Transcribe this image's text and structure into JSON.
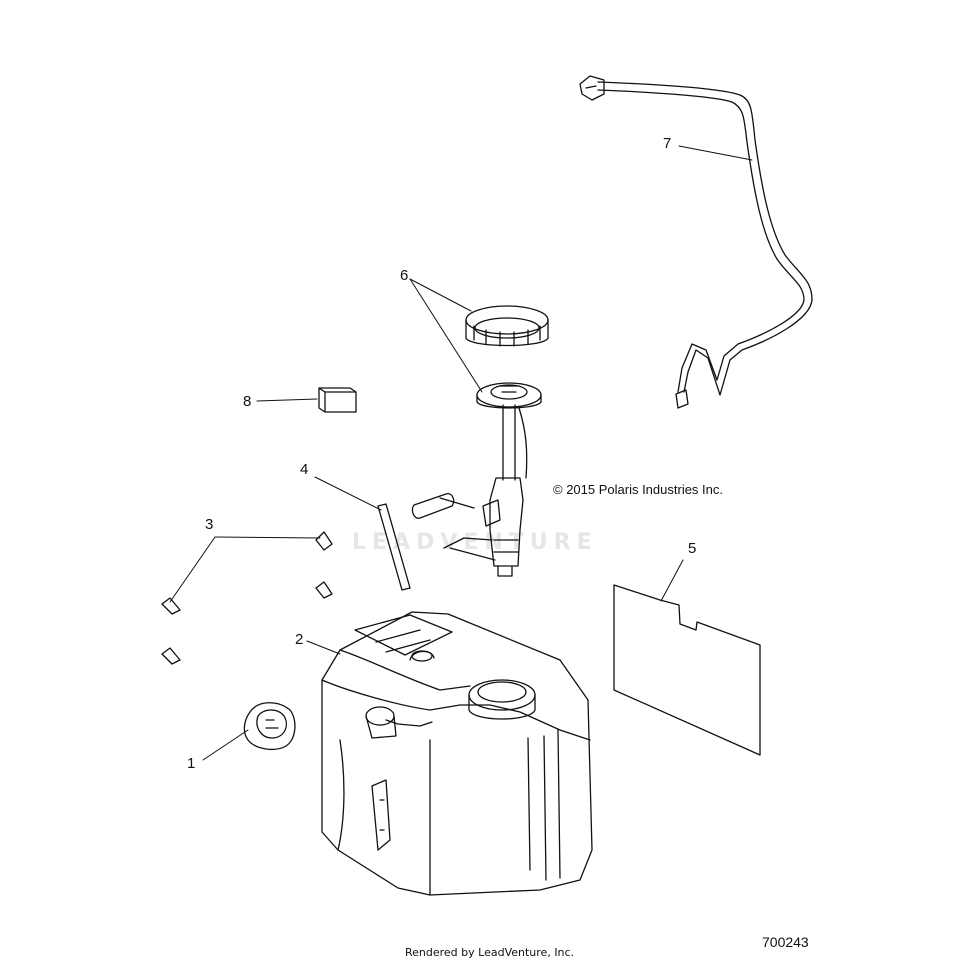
{
  "diagram": {
    "copyright": "© 2015 Polaris Industries Inc.",
    "footer": "Rendered by LeadVenture, Inc.",
    "diagram_id": "700243",
    "watermark": "LEADVENTURE",
    "callouts": {
      "c1": "1",
      "c2": "2",
      "c3": "3",
      "c4": "4",
      "c5": "5",
      "c6": "6",
      "c7": "7",
      "c8": "8"
    },
    "colors": {
      "line": "#111111",
      "watermark": "#e6e6e6"
    }
  }
}
